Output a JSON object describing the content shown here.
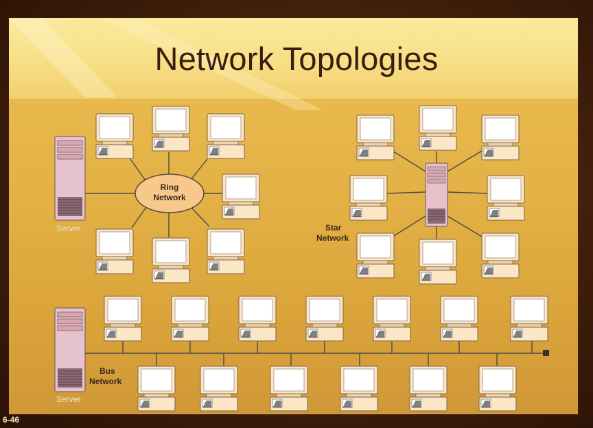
{
  "slide": {
    "title": "Network Topologies",
    "number": "6-46"
  },
  "ring": {
    "label_line1": "Ring",
    "label_line2": "Network",
    "server_label": "Server"
  },
  "star": {
    "label_line1": "Star",
    "label_line2": "Network"
  },
  "bus": {
    "label_line1": "Bus",
    "label_line2": "Network",
    "server_label": "Server"
  },
  "colors": {
    "title_text": "#3b1d0e",
    "ring_fill": "#f7c88a",
    "server_fill": "#e6c3cc",
    "workstation_fill": "#fbe6c6",
    "line": "#4a4a4a"
  }
}
